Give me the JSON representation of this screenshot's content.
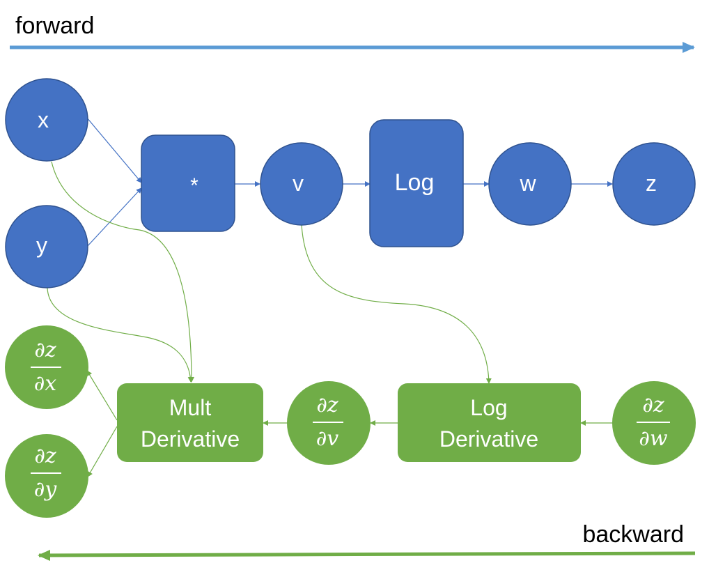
{
  "headings": {
    "forward": "forward",
    "backward": "backward"
  },
  "forward_nodes": {
    "x": "x",
    "y": "y",
    "mult": "*",
    "v": "v",
    "log": "Log",
    "w": "w",
    "z": "z"
  },
  "backward_nodes": {
    "mult_derivative": [
      "Mult",
      "Derivative"
    ],
    "log_derivative": [
      "Log",
      "Derivative"
    ]
  },
  "gradients": {
    "dz_dx": {
      "num": "∂z",
      "den": "∂x"
    },
    "dz_dy": {
      "num": "∂z",
      "den": "∂y"
    },
    "dz_dv": {
      "num": "∂z",
      "den": "∂v"
    },
    "dz_dw": {
      "num": "∂z",
      "den": "∂w"
    }
  },
  "colors": {
    "forward": "#4472C4",
    "forward_stroke": "#2F528F",
    "backward": "#70AD47",
    "forward_arrow": "#5B9BD5"
  }
}
